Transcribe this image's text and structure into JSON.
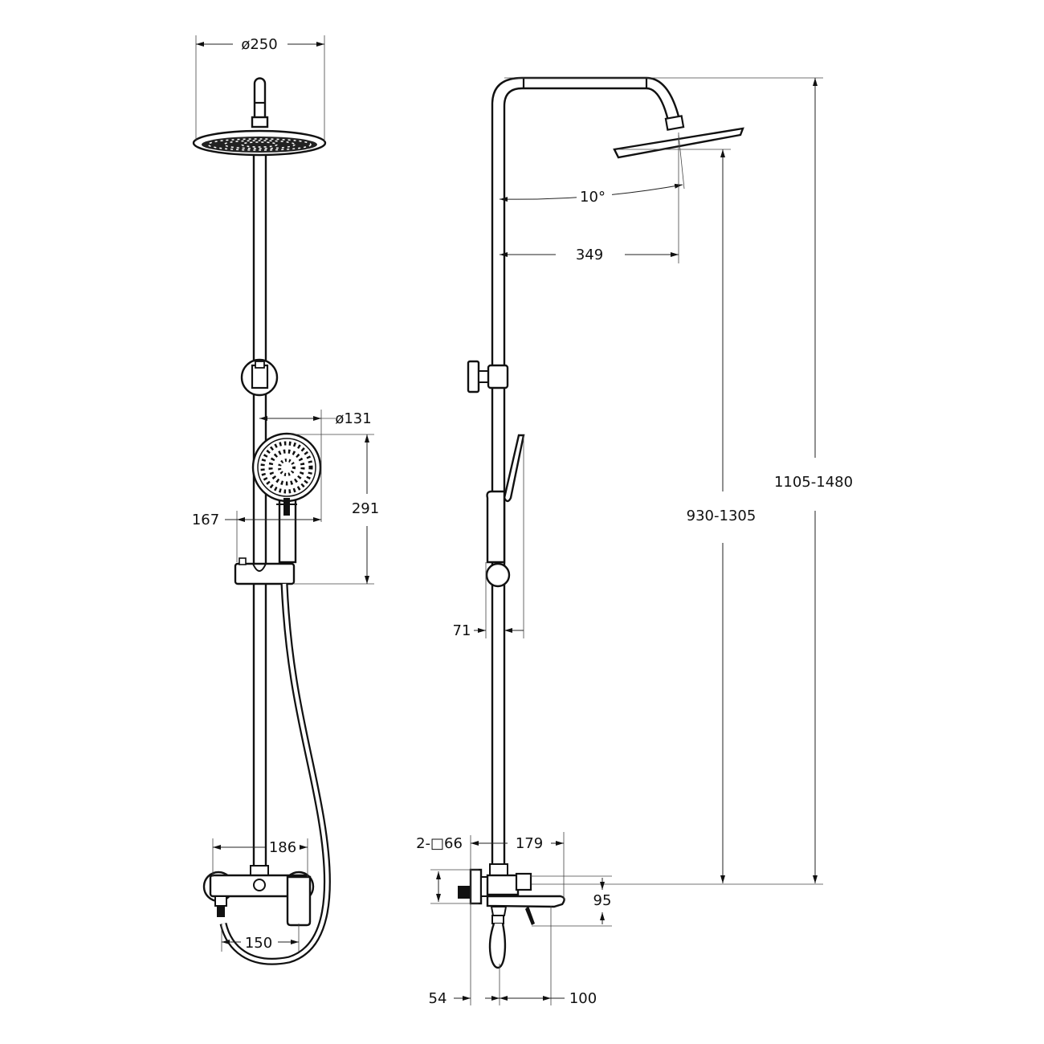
{
  "front_view": {
    "rain_head_diameter": "ø250",
    "hand_shower_diameter": "ø131",
    "hand_shower_height": "291",
    "hand_shower_offset": "167",
    "mixer_width": "186",
    "mixer_centers": "150"
  },
  "side_view": {
    "head_angle": "10°",
    "arm_projection": "349",
    "head_height_range": "930-1305",
    "total_height_range": "1105-1480",
    "hand_shower_depth": "71",
    "flange_spec": "2-□66",
    "mixer_depth": "179",
    "mixer_height": "95",
    "wall_offset": "54",
    "spout_projection": "100"
  }
}
